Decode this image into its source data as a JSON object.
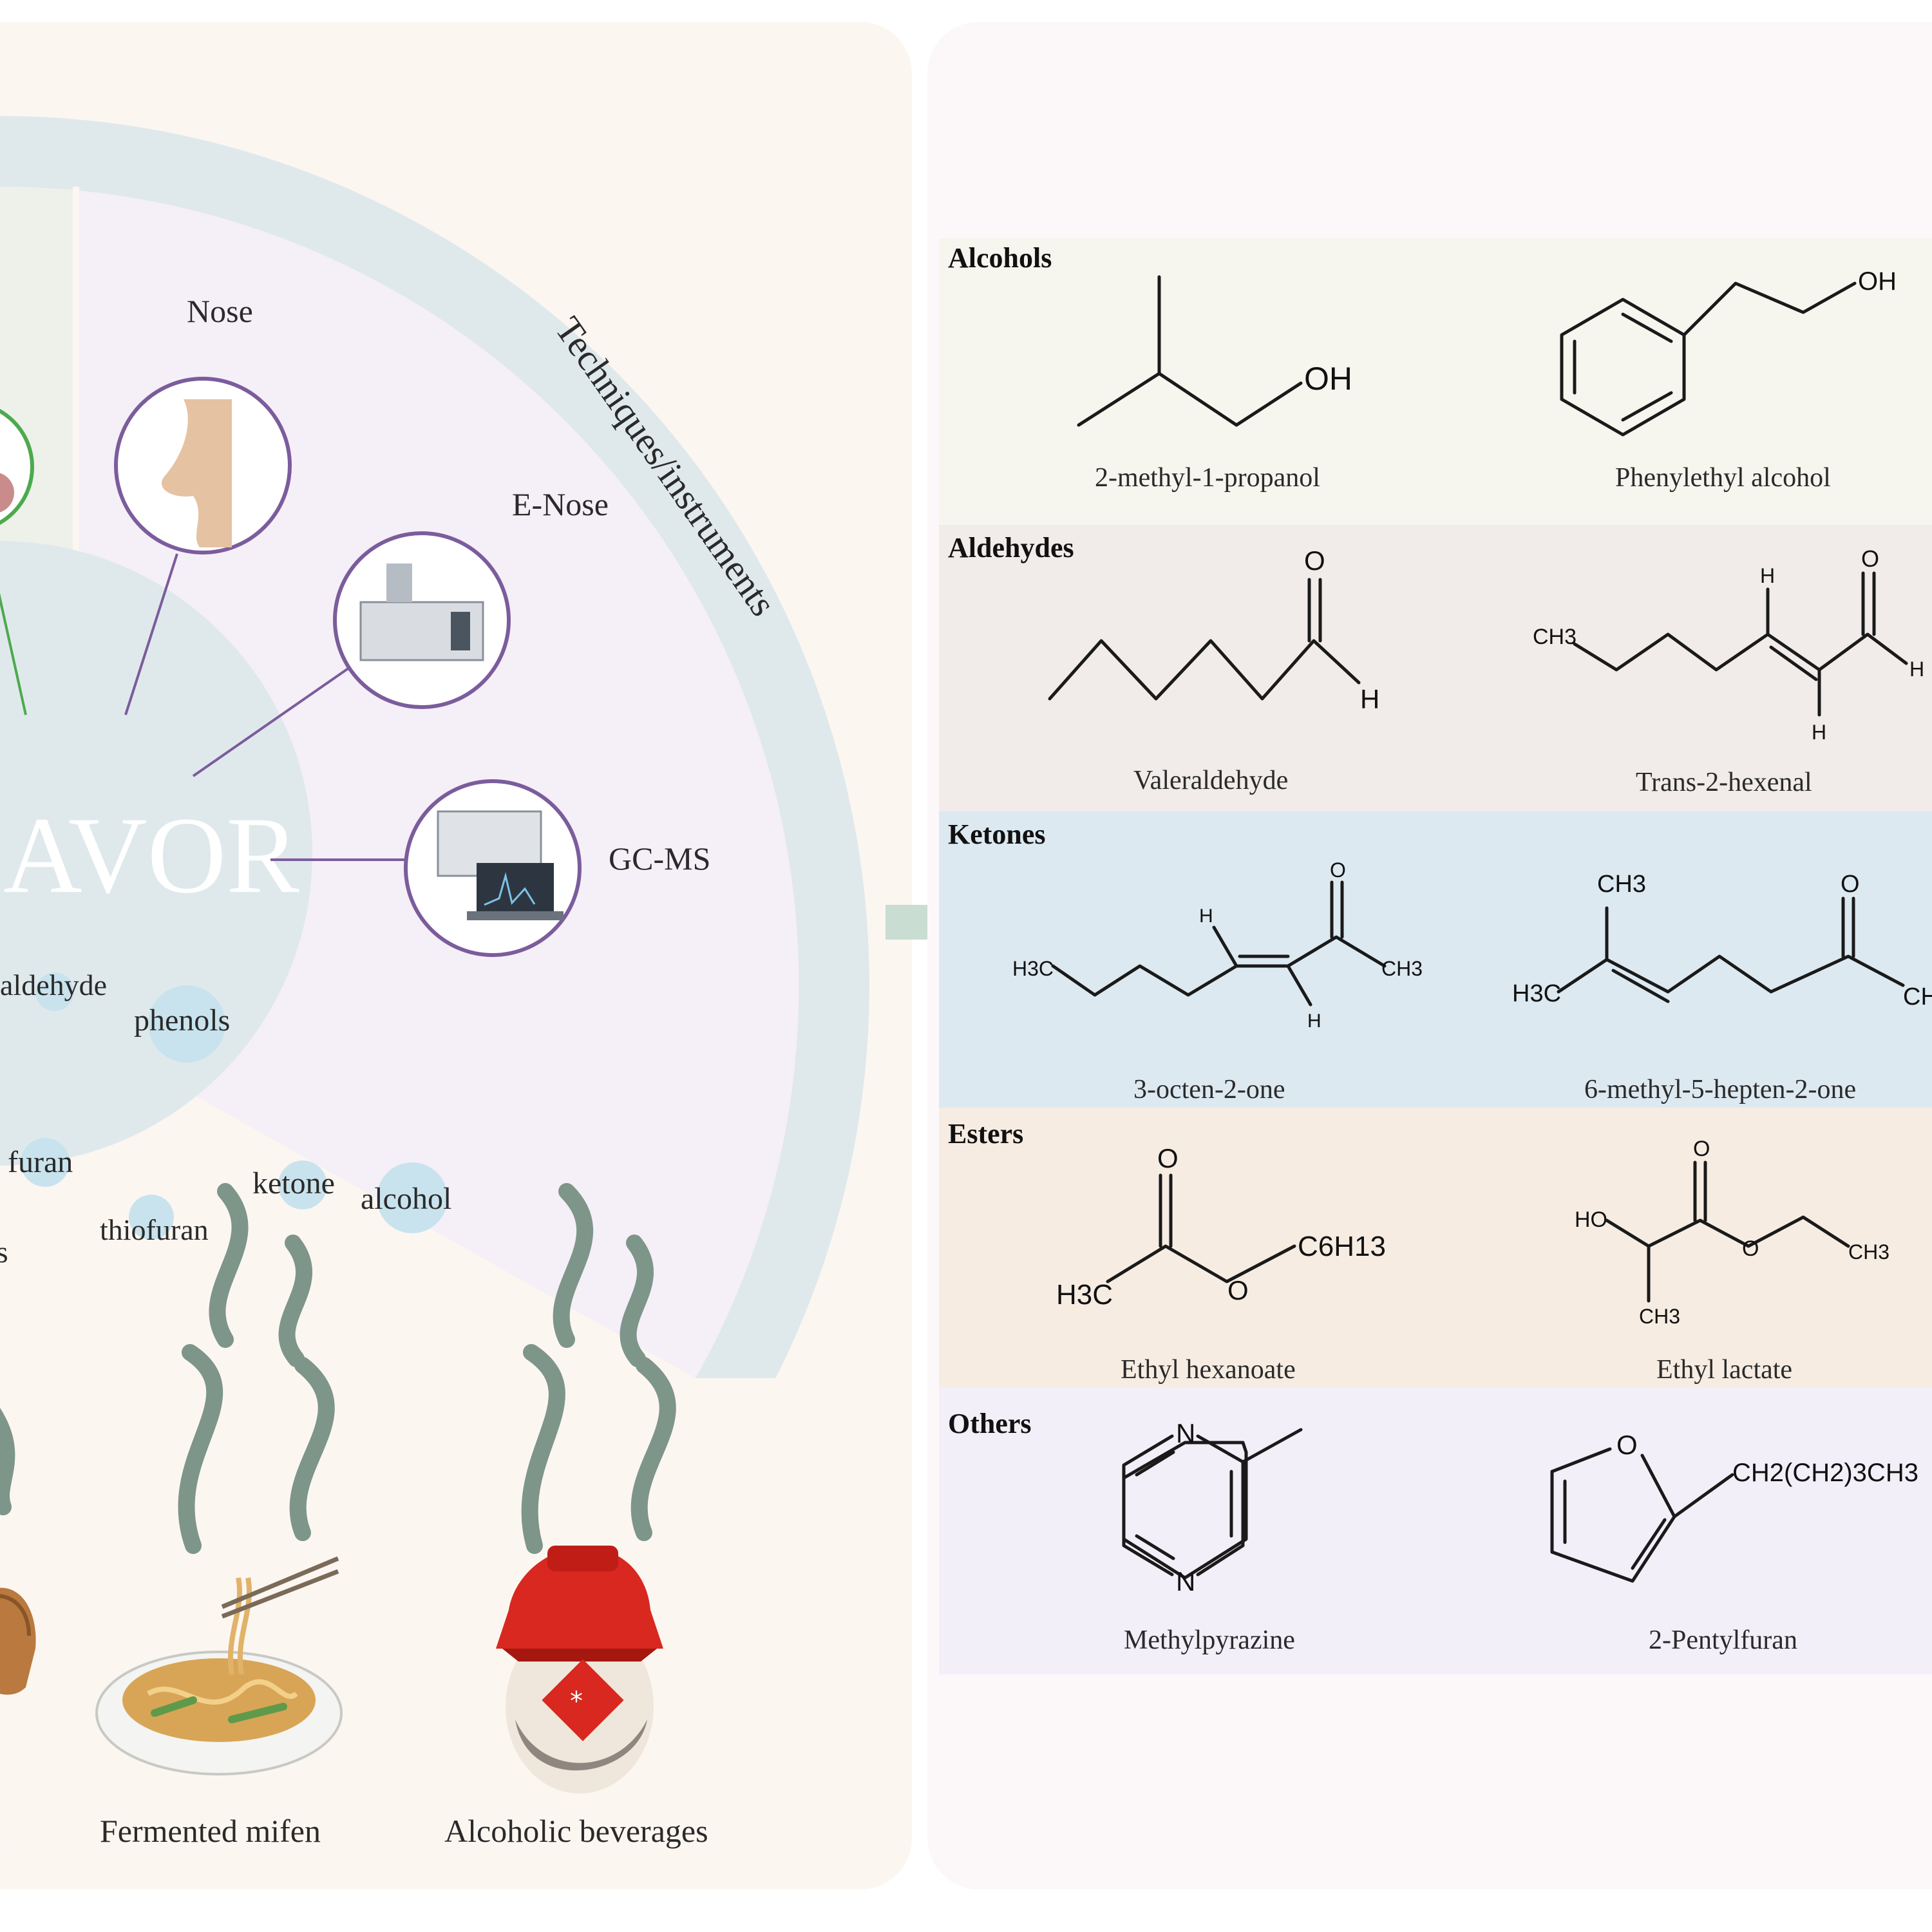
{
  "center_text": "AVOR",
  "arc_label": "Techniques/instruments",
  "instruments": [
    {
      "label": "Nose"
    },
    {
      "label": "E-Nose"
    },
    {
      "label": "GC-MS"
    }
  ],
  "compound_bubbles": [
    {
      "label": "aldehyde"
    },
    {
      "label": "phenols"
    },
    {
      "label": "furan"
    },
    {
      "label": "ketone"
    },
    {
      "label": "alcohol"
    },
    {
      "label": "thiofuran"
    },
    {
      "label": "s"
    }
  ],
  "foods": [
    {
      "label": "Fermented mifen"
    },
    {
      "label": "Alcoholic beverages"
    }
  ],
  "categories": [
    {
      "name": "Alcohols",
      "color": "#f6f5ee",
      "compounds": [
        {
          "name": "2-methyl-1-propanol"
        },
        {
          "name": "Phenylethyl alcohol"
        }
      ]
    },
    {
      "name": "Aldehydes",
      "color": "#f1ebea",
      "compounds": [
        {
          "name": "Valeraldehyde"
        },
        {
          "name": "Trans-2-hexenal"
        }
      ]
    },
    {
      "name": "Ketones",
      "color": "#dde9f1",
      "compounds": [
        {
          "name": "3-octen-2-one"
        },
        {
          "name": "6-methyl-5-hepten-2-one"
        }
      ]
    },
    {
      "name": "Esters",
      "color": "#f6ece2",
      "compounds": [
        {
          "name": "Ethyl hexanoate"
        },
        {
          "name": "Ethyl lactate"
        }
      ]
    },
    {
      "name": "Others",
      "color": "#f2eff8",
      "compounds": [
        {
          "name": "Methylpyrazine"
        },
        {
          "name": "2-Pentylfuran"
        }
      ]
    }
  ],
  "atoms": {
    "oh": "OH",
    "o": "O",
    "h": "H",
    "n": "N",
    "ch3": "CH3",
    "h3c": "H3C",
    "c6h13": "C6H13",
    "ho": "HO",
    "ch2ch23ch3": "CH2(CH2)3CH3"
  },
  "colors": {
    "left_panel": "#fcf6f1",
    "right_panel": "#fcf8fa",
    "arc_band": "#dfe9ec",
    "sector": "#f5eff7",
    "instrument_ring": "#7b5c9c",
    "nose_ring_green": "#4caa4c",
    "bubble": "#c9e3ee",
    "arrow": "#c9ddd2",
    "steam": "#7e958a"
  }
}
